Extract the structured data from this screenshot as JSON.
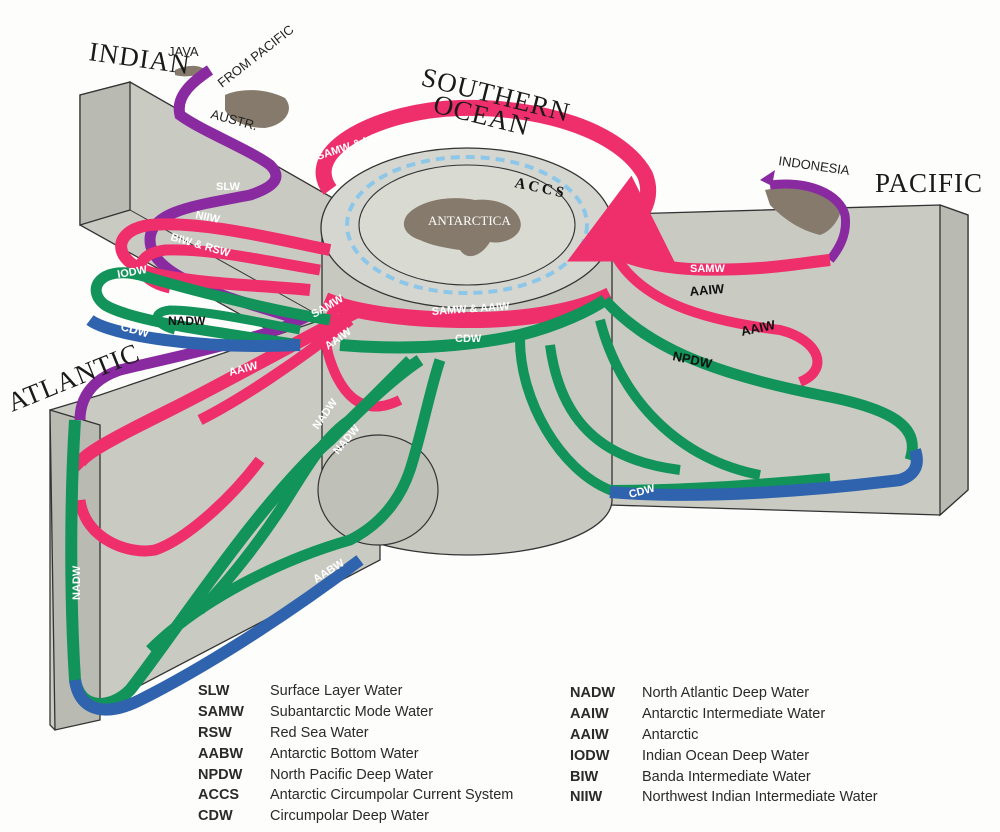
{
  "basins": {
    "indian": "INDIAN",
    "southern_line1": "SOUTHERN",
    "southern_line2": "OCEAN",
    "pacific": "PACIFIC",
    "atlantic": "ATLANTIC"
  },
  "places": {
    "java": "JAVA",
    "from_pacific": "FROM PACIFIC",
    "austr": "AUSTR.",
    "indonesia": "INDONESIA",
    "antarctica": "ANTARCTICA",
    "accs": "ACCS"
  },
  "flow_labels": {
    "samw_loiw": "SAMW & LOIW",
    "slw": "SLW",
    "niiw": "NIIW",
    "biw_rsw": "BIW & RSW",
    "iodw": "IODW",
    "nadw_indian": "NADW",
    "cdw_indian": "CDW",
    "samw_aaiw": "SAMW & AAIW",
    "samw_center": "SAMW",
    "aaiw_center": "AAIW",
    "aaiw_atlantic": "AAIW",
    "cdw_center": "CDW",
    "nadw_center1": "NADW",
    "nadw_center2": "NADW",
    "nadw_atlantic": "NADW",
    "aabw": "AABW",
    "samw_pacific": "SAMW",
    "aaiw_pacific1": "AAIW",
    "aaiw_pacific2": "AAIW",
    "npdw": "NPDW",
    "cdw_pacific": "CDW"
  },
  "legend": {
    "left": [
      {
        "abbr": "SLW",
        "name": "Surface Layer Water"
      },
      {
        "abbr": "SAMW",
        "name": "Subantarctic Mode Water"
      },
      {
        "abbr": "RSW",
        "name": "Red Sea Water"
      },
      {
        "abbr": "AABW",
        "name": "Antarctic Bottom Water"
      },
      {
        "abbr": "NPDW",
        "name": "North Pacific Deep Water"
      },
      {
        "abbr": "ACCS",
        "name": "Antarctic Circumpolar Current System"
      },
      {
        "abbr": "CDW",
        "name": "Circumpolar Deep Water"
      }
    ],
    "right": [
      {
        "abbr": "NADW",
        "name": "North Atlantic Deep Water"
      },
      {
        "abbr": "AAIW",
        "name": "Antarctic Intermediate Water"
      },
      {
        "abbr": "AAIW",
        "name": "Antarctic"
      },
      {
        "abbr": "IODW",
        "name": "Indian Ocean Deep Water"
      },
      {
        "abbr": "BIW",
        "name": "Banda Intermediate Water"
      },
      {
        "abbr": "NIIW",
        "name": "Northwest Indian Intermediate Water"
      }
    ]
  },
  "colors": {
    "surface_pink": "#ee2f6b",
    "deep_green": "#12935a",
    "bottom_blue": "#2f63ad",
    "surface_purple": "#8a2aa0",
    "accs_dashed": "#8cc7ea",
    "basin_fill": "#c9cbc3",
    "land": "#857a6b"
  }
}
